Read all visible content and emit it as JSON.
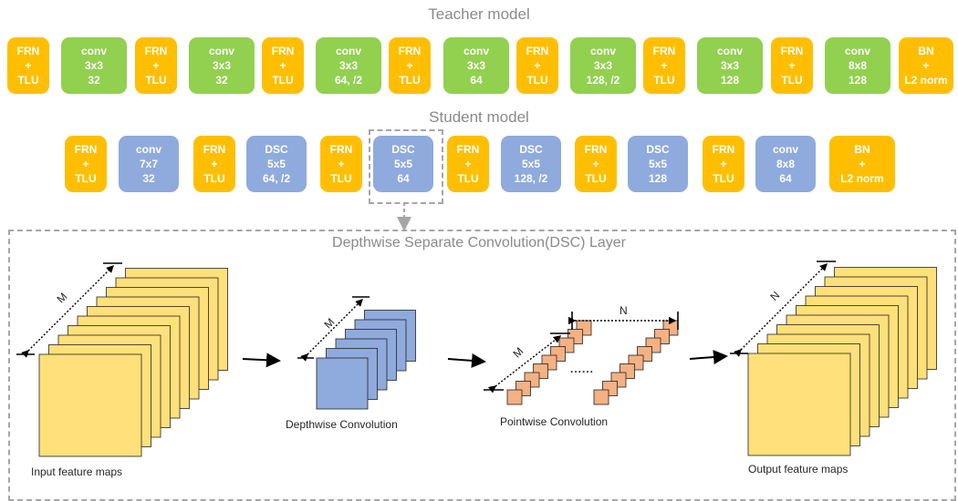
{
  "teacher": {
    "title": "Teacher model",
    "blocks": [
      {
        "kind": "frn",
        "lines": [
          "FRN",
          "+",
          "TLU"
        ]
      },
      {
        "kind": "conv",
        "lines": [
          "conv",
          "3x3",
          "32"
        ]
      },
      {
        "kind": "frn",
        "lines": [
          "FRN",
          "+",
          "TLU"
        ]
      },
      {
        "kind": "conv",
        "lines": [
          "conv",
          "3x3",
          "32"
        ]
      },
      {
        "kind": "frn",
        "lines": [
          "FRN",
          "+",
          "TLU"
        ]
      },
      {
        "kind": "conv",
        "lines": [
          "conv",
          "3x3",
          "64, /2"
        ]
      },
      {
        "kind": "frn",
        "lines": [
          "FRN",
          "+",
          "TLU"
        ]
      },
      {
        "kind": "conv",
        "lines": [
          "conv",
          "3x3",
          "64"
        ]
      },
      {
        "kind": "frn",
        "lines": [
          "FRN",
          "+",
          "TLU"
        ]
      },
      {
        "kind": "conv",
        "lines": [
          "conv",
          "3x3",
          "128, /2"
        ]
      },
      {
        "kind": "frn",
        "lines": [
          "FRN",
          "+",
          "TLU"
        ]
      },
      {
        "kind": "conv",
        "lines": [
          "conv",
          "3x3",
          "128"
        ]
      },
      {
        "kind": "frn",
        "lines": [
          "FRN",
          "+",
          "TLU"
        ]
      },
      {
        "kind": "conv",
        "lines": [
          "conv",
          "8x8",
          "128"
        ]
      },
      {
        "kind": "bn",
        "lines": [
          "BN",
          "+",
          "L2 norm"
        ]
      }
    ]
  },
  "student": {
    "title": "Student model",
    "blocks": [
      {
        "kind": "frn",
        "lines": [
          "FRN",
          "+",
          "TLU"
        ]
      },
      {
        "kind": "conv",
        "lines": [
          "conv",
          "7x7",
          "32"
        ]
      },
      {
        "kind": "frn",
        "lines": [
          "FRN",
          "+",
          "TLU"
        ]
      },
      {
        "kind": "conv",
        "lines": [
          "DSC",
          "5x5",
          "64, /2"
        ]
      },
      {
        "kind": "frn",
        "lines": [
          "FRN",
          "+",
          "TLU"
        ]
      },
      {
        "kind": "conv",
        "lines": [
          "DSC",
          "5x5",
          "64"
        ]
      },
      {
        "kind": "frn",
        "lines": [
          "FRN",
          "+",
          "TLU"
        ]
      },
      {
        "kind": "conv",
        "lines": [
          "DSC",
          "5x5",
          "128, /2"
        ]
      },
      {
        "kind": "frn",
        "lines": [
          "FRN",
          "+",
          "TLU"
        ]
      },
      {
        "kind": "conv",
        "lines": [
          "DSC",
          "5x5",
          "128"
        ]
      },
      {
        "kind": "frn",
        "lines": [
          "FRN",
          "+",
          "TLU"
        ]
      },
      {
        "kind": "conv",
        "lines": [
          "conv",
          "8x8",
          "64"
        ]
      },
      {
        "kind": "bn",
        "lines": [
          "BN",
          "+",
          "L2 norm"
        ]
      }
    ]
  },
  "dsc_layer": {
    "title": "Depthwise Separate Convolution(DSC) Layer",
    "input_caption": "Input feature maps",
    "depthwise_caption": "Depthwise Convolution",
    "pointwise_caption": "Pointwise Convolution",
    "output_caption": "Output feature maps",
    "label_m": "M",
    "label_n": "N",
    "dots": "......"
  },
  "colors": {
    "frn": "#ffbf00",
    "teacher_conv": "#92d050",
    "student_conv": "#8faadc",
    "feature_map": "#ffe07a",
    "depthwise": "#8faadc",
    "pointwise": "#f4b183"
  }
}
